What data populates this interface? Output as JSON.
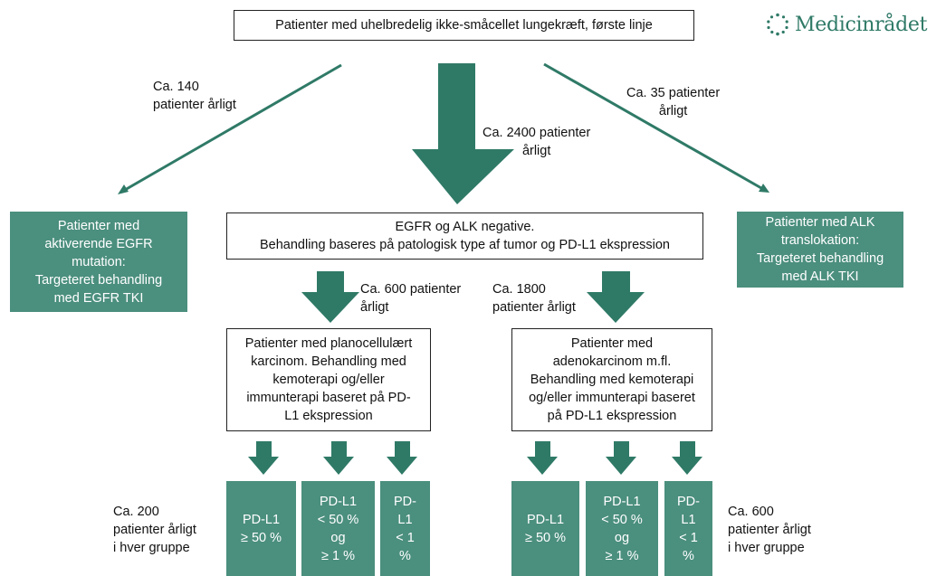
{
  "colors": {
    "teal": "#2f7a67",
    "teal_box": "#4b8f7e",
    "border": "#222222"
  },
  "logo": {
    "text": "Medicinrådet",
    "icon": "dotted-circle-icon"
  },
  "top_box": "Patienter med uhelbredelig ikke-småcellet lungekræft, første linje",
  "flows": {
    "egfr": "Ca. 140\npatienter årligt",
    "main": "Ca. 2400 patienter\nårligt",
    "alk": "Ca. 35 patienter\nårligt",
    "planocellular": "Ca. 600 patienter\nårligt",
    "adeno": "Ca. 1800\npatienter årligt"
  },
  "egfr_box": "Patienter med\naktiverende EGFR\nmutation:\nTargeteret behandling\nmed EGFR TKI",
  "alk_box": "Patienter med ALK\ntranslokation:\nTargeteret behandling\nmed ALK TKI",
  "negative_box": "EGFR og ALK negative.\nBehandling baseres på patologisk type af tumor og PD-L1 ekspression",
  "planocellular_box": "Patienter med planocellulært\nkarcinom. Behandling med\nkemoterapi og/eller\nimmunterapi baseret på PD-\nL1 ekspression",
  "adeno_box": "Patienter med\nadenokarcinom m.fl.\nBehandling med kemoterapi\nog/eller immunterapi baseret\npå PD-L1 ekspression",
  "left_groups": {
    "note": "Ca. 200\npatienter årligt\ni hver gruppe",
    "items": [
      "PD-L1\n≥ 50 %",
      "PD-L1\n< 50 %\nog\n≥ 1 %",
      "PD-\nL1\n< 1\n%"
    ]
  },
  "right_groups": {
    "note": "Ca. 600\npatienter årligt\ni hver gruppe",
    "items": [
      "PD-L1\n≥ 50 %",
      "PD-L1\n< 50 %\nog\n≥ 1 %",
      "PD-\nL1\n< 1\n%"
    ]
  }
}
